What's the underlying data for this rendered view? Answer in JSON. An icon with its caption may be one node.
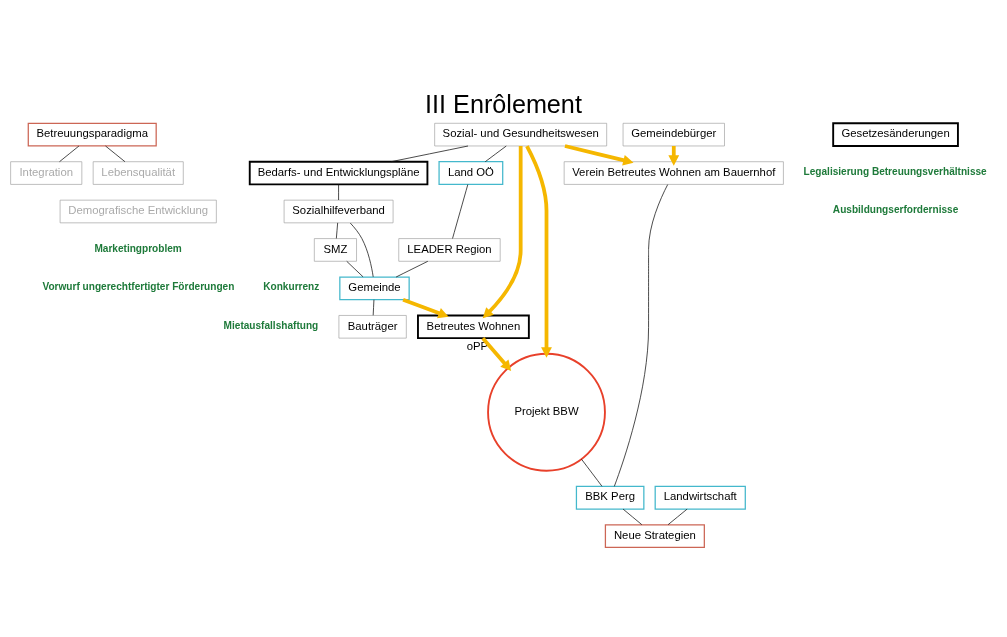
{
  "diagram": {
    "title": "III Enrôlement",
    "nodes": [
      {
        "text": [
          "Betreuungsparadigma"
        ]
      },
      {
        "text": [
          "Integration"
        ]
      },
      {
        "text": [
          "Lebensqualität"
        ]
      },
      {
        "text": [
          "Demografische Entwicklung"
        ]
      },
      {
        "text": [
          "Sozial- und Gesundheitswesen"
        ]
      },
      {
        "text": [
          "Land OÖ"
        ]
      },
      {
        "text": [
          "Bedarfs- und Entwicklungspläne"
        ]
      },
      {
        "text": [
          "Sozialhilfeverband"
        ]
      },
      {
        "text": [
          "LEADER Region"
        ]
      },
      {
        "text": [
          "Gesetzesänderungen"
        ]
      },
      {
        "text": [
          "SMZ"
        ]
      },
      {
        "text": [
          "Gemeinde"
        ]
      },
      {
        "text": [
          "Betreutes Wohnen"
        ]
      },
      {
        "text": [
          "Gemeindebürger"
        ]
      },
      {
        "text": [
          "Bauträger"
        ]
      },
      {
        "text": [
          "Verein Betreutes Wohnen am Bauernhof"
        ]
      },
      {
        "text": [
          "Projekt BBW"
        ],
        "beside": [
          "oPP"
        ]
      },
      {
        "text": [
          "Landwirtschaft"
        ]
      },
      {
        "text": [
          "BBK Perg"
        ]
      },
      {
        "text": [
          "Neue Strategien"
        ]
      }
    ],
    "edges": [
      {
        "from": 0,
        "to": 1,
        "arrow": "none"
      },
      {
        "from": 0,
        "to": 2,
        "arrow": "none"
      },
      {
        "from": 4,
        "to": 5,
        "arrow": "none"
      },
      {
        "from": 4,
        "to": 6,
        "arrow": "none"
      },
      {
        "from": 6,
        "to": 7,
        "arrow": "none"
      },
      {
        "from": 5,
        "to": 8,
        "arrow": "none"
      },
      {
        "from": 8,
        "to": 11,
        "arrow": "none"
      },
      {
        "from": 11,
        "to": 14,
        "arrow": "none"
      },
      {
        "from": 7,
        "to": 10,
        "arrow": "none"
      },
      {
        "from": 7,
        "to": 11,
        "arrow": "none"
      },
      {
        "from": 10,
        "to": 11,
        "arrow": "none"
      },
      {
        "from": 4,
        "to": 15,
        "arrow": "to",
        "style": "thick",
        "color": "#f5b700"
      },
      {
        "from": 4,
        "to": 16,
        "arrow": "to",
        "style": "thick",
        "color": "#f5b700"
      },
      {
        "from": 4,
        "to": 12,
        "arrow": "to",
        "style": "thick",
        "color": "#f5b700"
      },
      {
        "from": 11,
        "to": 12,
        "arrow": "to",
        "style": "thick",
        "color": "#f5b700"
      },
      {
        "from": 12,
        "to": 16,
        "arrow": "to",
        "style": "thick",
        "color": "#f5b700"
      },
      {
        "from": 13,
        "to": 15,
        "arrow": "to",
        "style": "thick",
        "color": "#f5b700"
      },
      {
        "from": 15,
        "to": 18,
        "arrow": "none"
      },
      {
        "from": 16,
        "to": 18,
        "arrow": "none"
      },
      {
        "from": 18,
        "to": 19,
        "arrow": "none"
      },
      {
        "from": 17,
        "to": 19,
        "arrow": "none"
      }
    ],
    "labels": [
      "Legalisierung Betreuungsverhältnisse",
      "Mietausfallshaftung",
      "Konkurrenz",
      "Ausbildungserfordernisse",
      "Marketingproblem",
      "Vorwurf ungerechtfertigter Förderungen"
    ]
  }
}
